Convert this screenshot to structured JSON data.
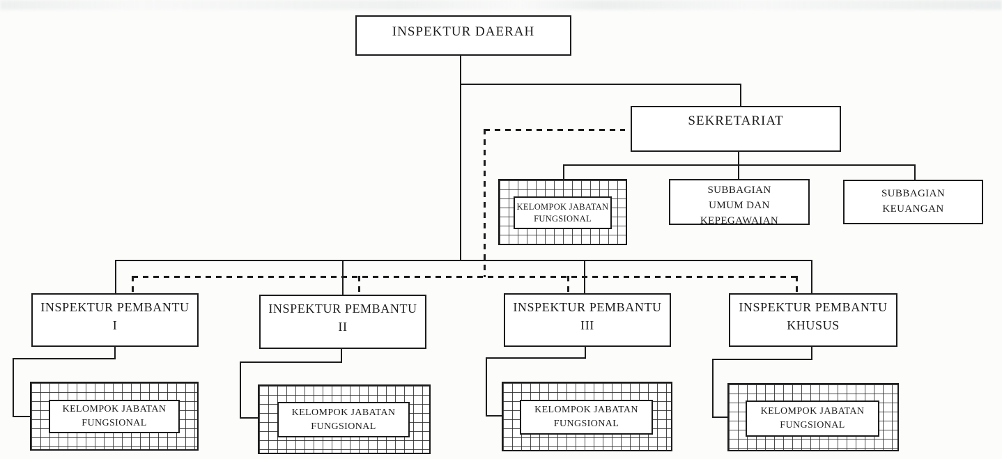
{
  "colors": {
    "line": "#1c1c1c",
    "background": "#fcfcfb",
    "box_fill": "#ffffff"
  },
  "org_chart": {
    "root": {
      "label": "INSPEKTUR DAERAH"
    },
    "sekretariat": {
      "label": "SEKRETARIAT"
    },
    "sekretariat_children": {
      "kelompok_jabatan_fungsional": {
        "line1": "KELOMPOK JABATAN",
        "line2": "FUNGSIONAL"
      },
      "subbagian_umum": {
        "line1": "SUBBAGIAN",
        "line2": "UMUM DAN",
        "line3": "KEPEGAWAIAN"
      },
      "subbagian_keuangan": {
        "line1": "SUBBAGIAN",
        "line2": "KEUANGAN"
      }
    },
    "inspektur_pembantu": [
      {
        "line1": "INSPEKTUR PEMBANTU",
        "line2": "I"
      },
      {
        "line1": "INSPEKTUR PEMBANTU",
        "line2": "II"
      },
      {
        "line1": "INSPEKTUR PEMBANTU",
        "line2": "III"
      },
      {
        "line1": "INSPEKTUR PEMBANTU",
        "line2": "KHUSUS"
      }
    ],
    "kelompok_jabatan_fungsional_bottom": [
      {
        "line1": "KELOMPOK JABATAN",
        "line2": "FUNGSIONAL"
      },
      {
        "line1": "KELOMPOK JABATAN",
        "line2": "FUNGSIONAL"
      },
      {
        "line1": "KELOMPOK JABATAN",
        "line2": "FUNGSIONAL"
      },
      {
        "line1": "KELOMPOK JABATAN",
        "line2": "FUNGSIONAL"
      }
    ],
    "edges": {
      "solid": [
        {
          "from": "INSPEKTUR DAERAH",
          "to": "SEKRETARIAT"
        },
        {
          "from": "INSPEKTUR DAERAH",
          "to": "INSPEKTUR PEMBANTU I"
        },
        {
          "from": "INSPEKTUR DAERAH",
          "to": "INSPEKTUR PEMBANTU II"
        },
        {
          "from": "INSPEKTUR DAERAH",
          "to": "INSPEKTUR PEMBANTU III"
        },
        {
          "from": "INSPEKTUR DAERAH",
          "to": "INSPEKTUR PEMBANTU KHUSUS"
        },
        {
          "from": "SEKRETARIAT",
          "to": "KELOMPOK JABATAN FUNGSIONAL"
        },
        {
          "from": "SEKRETARIAT",
          "to": "SUBBAGIAN UMUM DAN KEPEGAWAIAN"
        },
        {
          "from": "SEKRETARIAT",
          "to": "SUBBAGIAN KEUANGAN"
        },
        {
          "from": "INSPEKTUR PEMBANTU I",
          "to": "KELOMPOK JABATAN FUNGSIONAL"
        },
        {
          "from": "INSPEKTUR PEMBANTU II",
          "to": "KELOMPOK JABATAN FUNGSIONAL"
        },
        {
          "from": "INSPEKTUR PEMBANTU III",
          "to": "KELOMPOK JABATAN FUNGSIONAL"
        },
        {
          "from": "INSPEKTUR PEMBANTU KHUSUS",
          "to": "KELOMPOK JABATAN FUNGSIONAL"
        }
      ],
      "dashed": [
        {
          "from": "SEKRETARIAT",
          "to": "INSPEKTUR PEMBANTU I"
        },
        {
          "from": "SEKRETARIAT",
          "to": "INSPEKTUR PEMBANTU II"
        },
        {
          "from": "SEKRETARIAT",
          "to": "INSPEKTUR PEMBANTU III"
        },
        {
          "from": "SEKRETARIAT",
          "to": "INSPEKTUR PEMBANTU KHUSUS"
        }
      ]
    }
  }
}
